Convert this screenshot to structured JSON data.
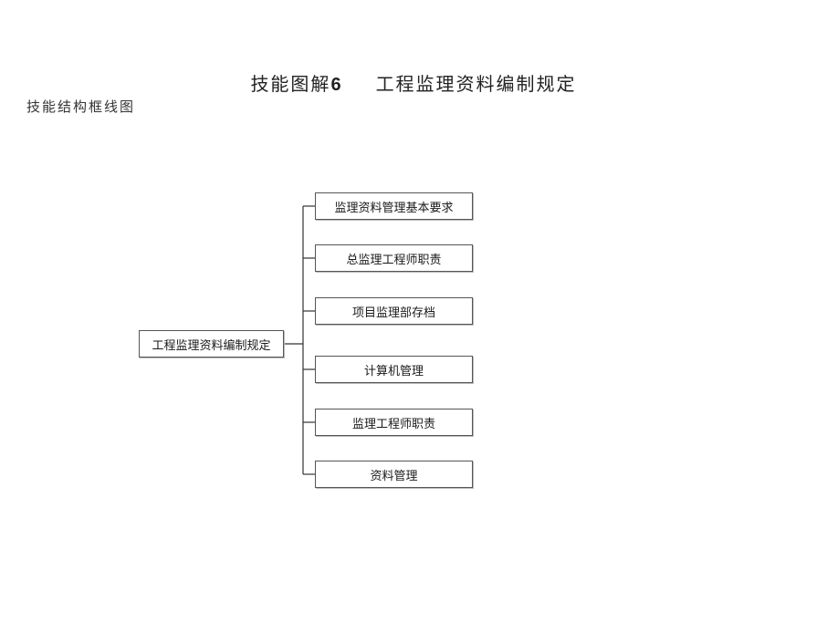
{
  "header": {
    "title_prefix": "技能图解",
    "title_number": "6",
    "title_main": "工程监理资料编制规定"
  },
  "subtitle": "技能结构框线图",
  "diagram": {
    "root": "工程监理资料编制规定",
    "children": [
      "监理资料管理基本要求",
      "总监理工程师职责",
      "项目监理部存档",
      "计算机管理",
      "监理工程师职责",
      "资料管理"
    ]
  },
  "colors": {
    "line": "#333333",
    "box_border": "#555555",
    "background": "#ffffff"
  }
}
